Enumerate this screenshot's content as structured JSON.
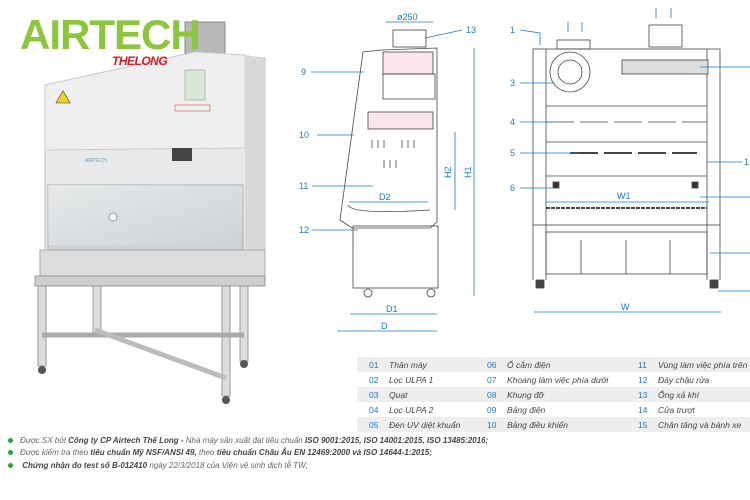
{
  "brand": {
    "logo": "AIRTECH",
    "sublogo": "THELONG",
    "cabinet_label": "AIRTECH",
    "accent": "#8cc63f",
    "sub_accent": "#d71920"
  },
  "side_view": {
    "labels": {
      "diameter": "ø250",
      "n13": "13",
      "n9": "9",
      "n10": "10",
      "n11": "11",
      "n12": "12",
      "d2": "D2",
      "h2": "H2",
      "h1": "H1",
      "d1": "D1",
      "d": "D"
    }
  },
  "front_view": {
    "labels": {
      "n1": "1",
      "n3": "3",
      "n4": "4",
      "n5": "5",
      "n6": "6",
      "w1": "W1",
      "w": "W",
      "n1_right": "1"
    }
  },
  "legend": [
    [
      {
        "num": "01",
        "text": "Thân máy"
      },
      {
        "num": "06",
        "text": "Ổ cắm điện"
      },
      {
        "num": "11",
        "text": "Vùng làm việc phía trên"
      }
    ],
    [
      {
        "num": "02",
        "text": "Lọc ULPA 1"
      },
      {
        "num": "07",
        "text": "Khoang làm việc phía dưới"
      },
      {
        "num": "12",
        "text": "Đáy chậu rửa"
      }
    ],
    [
      {
        "num": "03",
        "text": "Quạt"
      },
      {
        "num": "08",
        "text": "Khung đỡ"
      },
      {
        "num": "13",
        "text": "Ống xả khí"
      }
    ],
    [
      {
        "num": "04",
        "text": "Lọc ULPA 2"
      },
      {
        "num": "09",
        "text": "Bảng điện"
      },
      {
        "num": "14",
        "text": "Cửa trượt"
      }
    ],
    [
      {
        "num": "05",
        "text": "Đèn UV diệt khuẩn"
      },
      {
        "num": "10",
        "text": "Bảng điều khiển"
      },
      {
        "num": "15",
        "text": "Chân tăng và bánh xe"
      }
    ]
  ],
  "notes": [
    {
      "a": "Được SX bởi ",
      "b": "Công ty CP Airtech Thế Long - ",
      "c": "Nhà máy sản xuất đạt tiêu chuẩn ",
      "d": "ISO 9001:2015, ISO 14001:2015, ISO 13485:2016;"
    },
    {
      "a": "Được kiểm tra theo ",
      "b": "tiêu chuẩn Mỹ NSF/ANSI 49, ",
      "c": "theo ",
      "d": "tiêu chuẩn Châu Âu EN 12469:2000 và ISO 14644-1:2015;"
    },
    {
      "a": "",
      "b": "Chứng nhận đo test số B-012410 ",
      "c": "ngày 22/3/2018 của Viện vệ sinh dịch tễ TW;",
      "d": ""
    }
  ]
}
